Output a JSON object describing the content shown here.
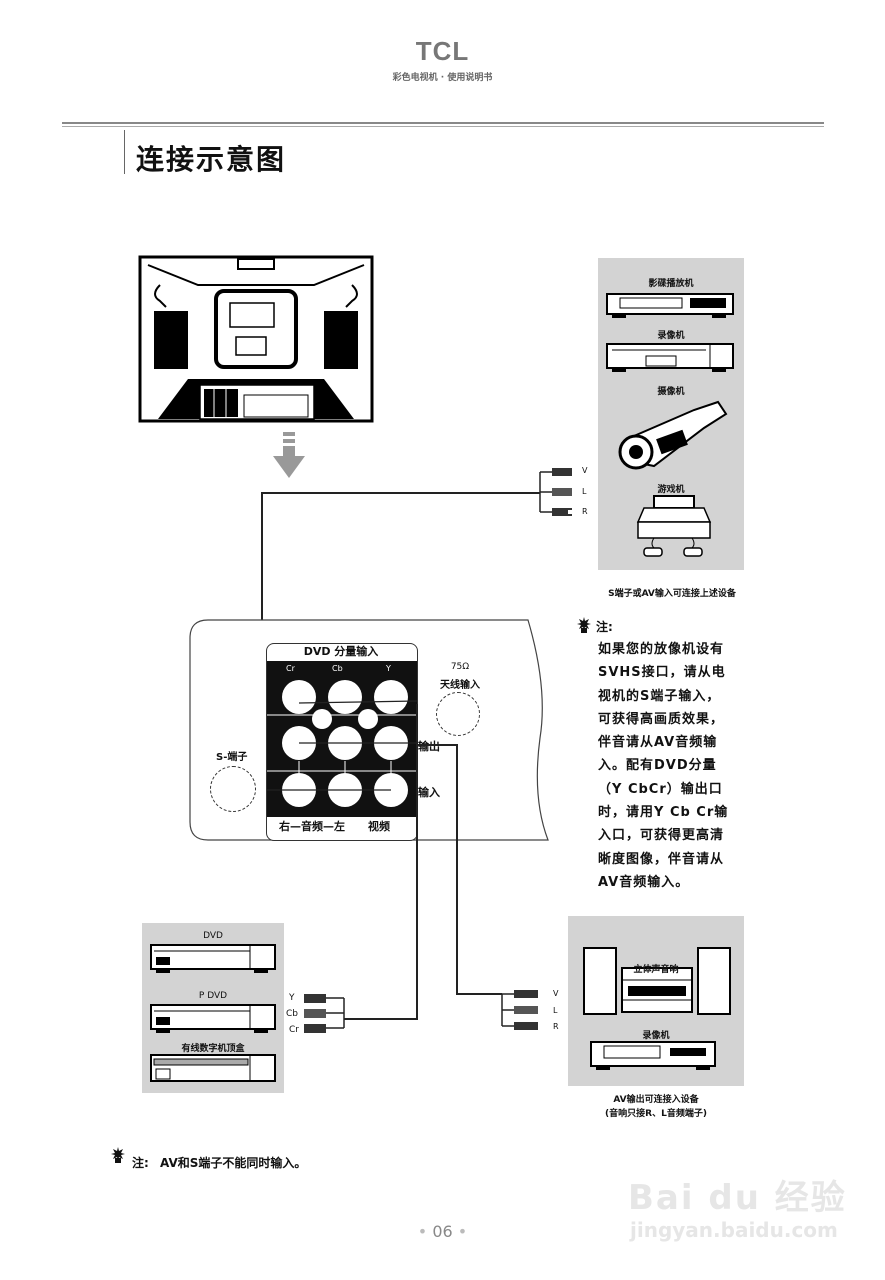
{
  "header": {
    "brand": "TCL",
    "subtitle": "彩色电视机 · 使用说明书"
  },
  "page_title": "连接示意图",
  "icons": {
    "tip": "lightbulb-icon",
    "arrow": "arrow-down-icon"
  },
  "top_right_panel": {
    "devices": [
      "影碟播放机",
      "录像机",
      "摄像机",
      "游戏机"
    ],
    "jacks": [
      "V",
      "L",
      "R"
    ],
    "caption": "S端子或AV输入可连接上述设备"
  },
  "tv_panel": {
    "dvd_header": "DVD 分量输入",
    "column_labels": [
      "Cr",
      "Cb",
      "Y"
    ],
    "row_labels": [
      "输出",
      "输入"
    ],
    "footer_left": "右—音频—左",
    "footer_right": "视频",
    "antenna_label_1": "75Ω",
    "antenna_label_2": "天线输入",
    "s_terminal_label": "S-端子"
  },
  "side_note": {
    "label": "注:",
    "lines": [
      "如果您的放像机设有",
      "SVHS接口，请从电",
      "视机的S端子输入，",
      "可获得高画质效果，",
      "伴音请从AV音频输",
      "入。配有DVD分量",
      "（Y CbCr）输出口",
      "时，请用Y Cb Cr输",
      "入口，可获得更高清",
      "晰度图像，伴音请从",
      "AV音频输入。"
    ]
  },
  "bottom_left_panel": {
    "devices": [
      "DVD",
      "P DVD",
      "有线数字机顶盒"
    ],
    "jacks": [
      "Y",
      "Cb",
      "Cr"
    ]
  },
  "bottom_right_panel": {
    "devices": [
      "立体声音响",
      "录像机"
    ],
    "jacks": [
      "V",
      "L",
      "R"
    ],
    "caption_1": "AV输出可连接入设备",
    "caption_2": "(音响只接R、L音频端子)"
  },
  "bottom_note": {
    "label": "注:",
    "text": "AV和S端子不能同时输入。"
  },
  "footer": {
    "page_number": "06",
    "watermark_brand": "Bai du 经验",
    "watermark_url": "jingyan.baidu.com"
  }
}
